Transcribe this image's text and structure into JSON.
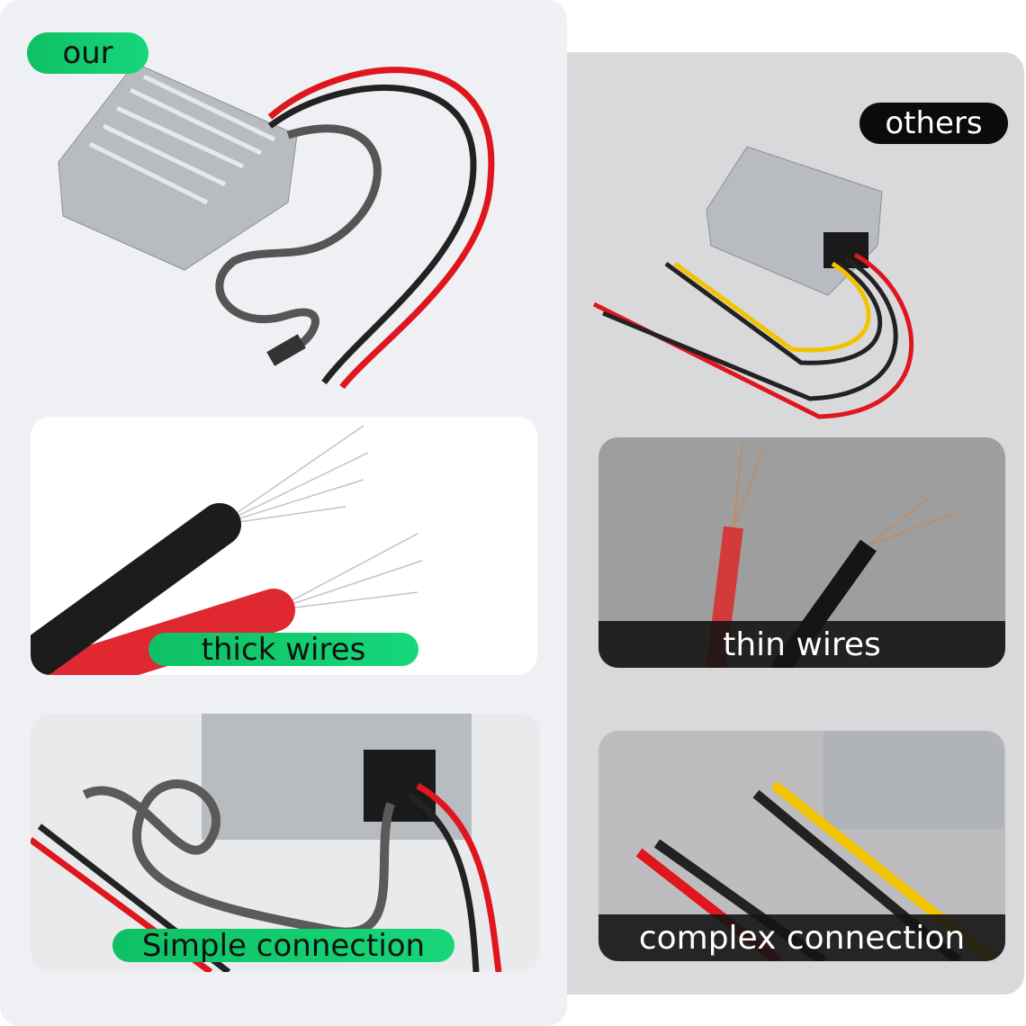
{
  "left": {
    "label": "our",
    "card1": {
      "label": "thick wires"
    },
    "card2": {
      "label": "Simple connection"
    }
  },
  "right": {
    "label": "others",
    "card1": {
      "label": "thin wires"
    },
    "card2": {
      "label": "complex connection"
    }
  },
  "colors": {
    "green": "#12c96e",
    "black": "#0b0b0b",
    "wire_red": "#e0161e",
    "wire_yellow": "#f2c400",
    "housing": "#b9bcc0"
  }
}
